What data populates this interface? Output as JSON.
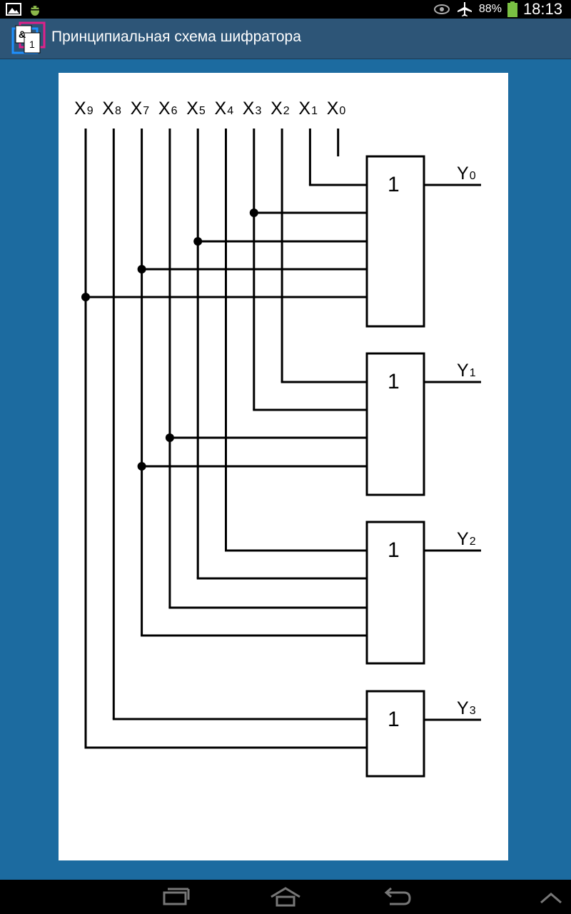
{
  "status_bar": {
    "battery_percent": "88%",
    "time": "18:13",
    "icons": [
      "gallery-icon",
      "android-debug-icon",
      "eye-icon",
      "airplane-mode-icon",
      "battery-icon"
    ]
  },
  "app_bar": {
    "title": "Принципиальная схема шифратора",
    "logo_icon": "logic-gate-app-icon",
    "logo_glyphs": [
      "&",
      "1"
    ]
  },
  "schematic": {
    "inputs": [
      {
        "letter": "X",
        "index": "9"
      },
      {
        "letter": "X",
        "index": "8"
      },
      {
        "letter": "X",
        "index": "7"
      },
      {
        "letter": "X",
        "index": "6"
      },
      {
        "letter": "X",
        "index": "5"
      },
      {
        "letter": "X",
        "index": "4"
      },
      {
        "letter": "X",
        "index": "3"
      },
      {
        "letter": "X",
        "index": "2"
      },
      {
        "letter": "X",
        "index": "1"
      },
      {
        "letter": "X",
        "index": "0"
      }
    ],
    "gates": [
      {
        "symbol": "1",
        "output": {
          "letter": "Y",
          "index": "0"
        },
        "inputs": [
          "X1",
          "X3",
          "X5",
          "X7",
          "X9"
        ]
      },
      {
        "symbol": "1",
        "output": {
          "letter": "Y",
          "index": "1"
        },
        "inputs": [
          "X2",
          "X3",
          "X6",
          "X7"
        ]
      },
      {
        "symbol": "1",
        "output": {
          "letter": "Y",
          "index": "2"
        },
        "inputs": [
          "X4",
          "X5",
          "X6",
          "X7"
        ]
      },
      {
        "symbol": "1",
        "output": {
          "letter": "Y",
          "index": "3"
        },
        "inputs": [
          "X8",
          "X9"
        ]
      }
    ]
  },
  "nav_bar": {
    "buttons": [
      "recent-apps-icon",
      "home-icon",
      "back-icon",
      "chevron-up-icon"
    ]
  }
}
